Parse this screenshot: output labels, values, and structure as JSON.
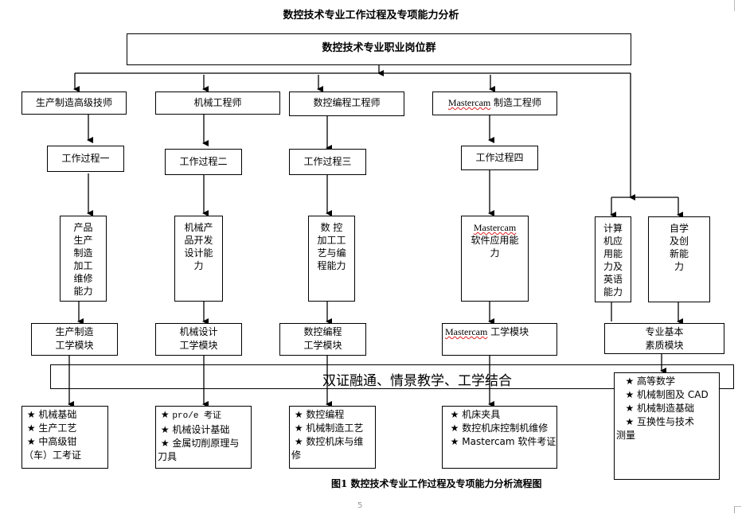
{
  "page_title": "数控技术专业工作过程及专项能力分析",
  "root": "数控技术专业职业岗位群",
  "positions": [
    {
      "label_prefix": "",
      "label": "生产制造高级技师"
    },
    {
      "label_prefix": "",
      "label": "机械工程师"
    },
    {
      "label_prefix": "",
      "label": "数控编程工程师"
    },
    {
      "label_prefix": "Mastercam",
      "label": " 制造工程师"
    }
  ],
  "processes": [
    "工作过程一",
    "工作过程二",
    "工作过程三",
    "工作过程四"
  ],
  "abilities": [
    {
      "lines": [
        "产品",
        "生产",
        "制造",
        "加工",
        "维修",
        "能力"
      ]
    },
    {
      "lines": [
        "机械产",
        "品开发",
        "设计能",
        "力"
      ]
    },
    {
      "lines": [
        "数 控",
        "加工工",
        "艺与编",
        "程能力"
      ]
    },
    {
      "prefix": "Mastercam",
      "lines": [
        "软件应用能",
        "力"
      ]
    },
    {
      "lines": [
        "计算",
        "机应",
        "用能",
        "力及",
        "英语",
        "能力"
      ]
    },
    {
      "lines": [
        "自学",
        "及创",
        "新能",
        "力"
      ]
    }
  ],
  "modules": [
    {
      "lines": [
        "生产制造",
        "工学模块"
      ]
    },
    {
      "lines": [
        "机械设计",
        "工学模块"
      ]
    },
    {
      "lines": [
        "数控编程",
        "工学模块"
      ]
    },
    {
      "prefix": "Mastercam",
      "lines": [
        " 工学模块"
      ]
    },
    {
      "lines": [
        "专业基本",
        "素质模块"
      ]
    }
  ],
  "band": "双证融通、情景教学、工学结合",
  "course_lists": [
    {
      "items": [
        "机械基础",
        "生产工艺",
        "中高级钳"
      ],
      "tail": "（车）工考证"
    },
    {
      "items": [
        "pro/e 考证",
        "机械设计基础",
        "金属切削原理与"
      ],
      "tail": "刀具"
    },
    {
      "items": [
        "数控编程",
        "机械制造工艺",
        "数控机床与维"
      ],
      "tail": "修"
    },
    {
      "items": [
        "机床夹具",
        "数控机床控制机维修",
        "Mastercam 软件考证"
      ],
      "tail": ""
    },
    {
      "items": [
        "高等数学",
        "机械制图及 CAD",
        "机械制造基础",
        "互换性与技术"
      ],
      "tail": "测量"
    }
  ],
  "star_glyph": "★",
  "caption": "图1 数控技术专业工作过程及专项能力分析流程图",
  "page_number": "5"
}
